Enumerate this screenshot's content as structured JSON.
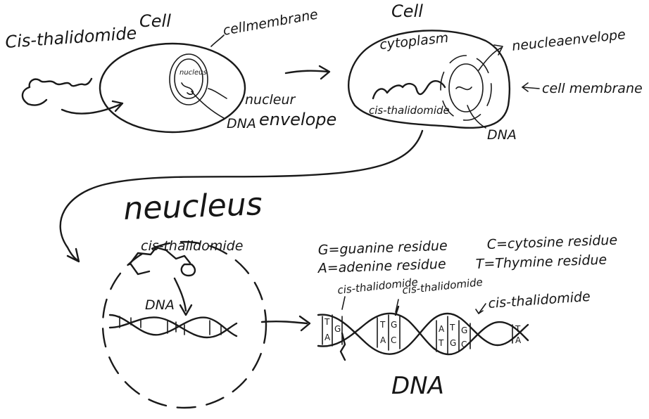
{
  "panel_cell": {
    "drug_label": "Cis-thalidomide",
    "title": "Cell",
    "membrane_label": "cellmembrane",
    "nucleus_label": "nucleus",
    "envelope_label_line1": "nucleur",
    "envelope_label_line2": "envelope",
    "dna_label": "DNA"
  },
  "panel_cytoplasm": {
    "title": "Cell",
    "cytoplasm_label": "cytoplasm",
    "envelope_label": "neucleaenvelope",
    "membrane_label": "cell membrane",
    "drug_label": "cis-thalidomide",
    "dna_label": "DNA"
  },
  "panel_nucleus": {
    "title": "neucleus",
    "drug_label": "cis-thalidomide",
    "dna_label": "DNA"
  },
  "panel_dna": {
    "legend": {
      "g": "G=guanine residue",
      "c": "C=cytosine residue",
      "a": "A=adenine residue",
      "t": "T=Thymine residue"
    },
    "drug_label_1": "cis-thalidomide",
    "drug_label_2": "cis-thalidomide",
    "drug_label_3": "cis-thalidomide",
    "title": "DNA",
    "bases": {
      "b1": "T",
      "b2": "A",
      "b3": "G",
      "b4": "T",
      "b5": "A",
      "b6": "G",
      "b7": "C",
      "b8": "A",
      "b9": "T",
      "b10": "T",
      "b11": "G",
      "b12": "G",
      "b13": "C",
      "b14": "T",
      "b15": "A"
    }
  }
}
